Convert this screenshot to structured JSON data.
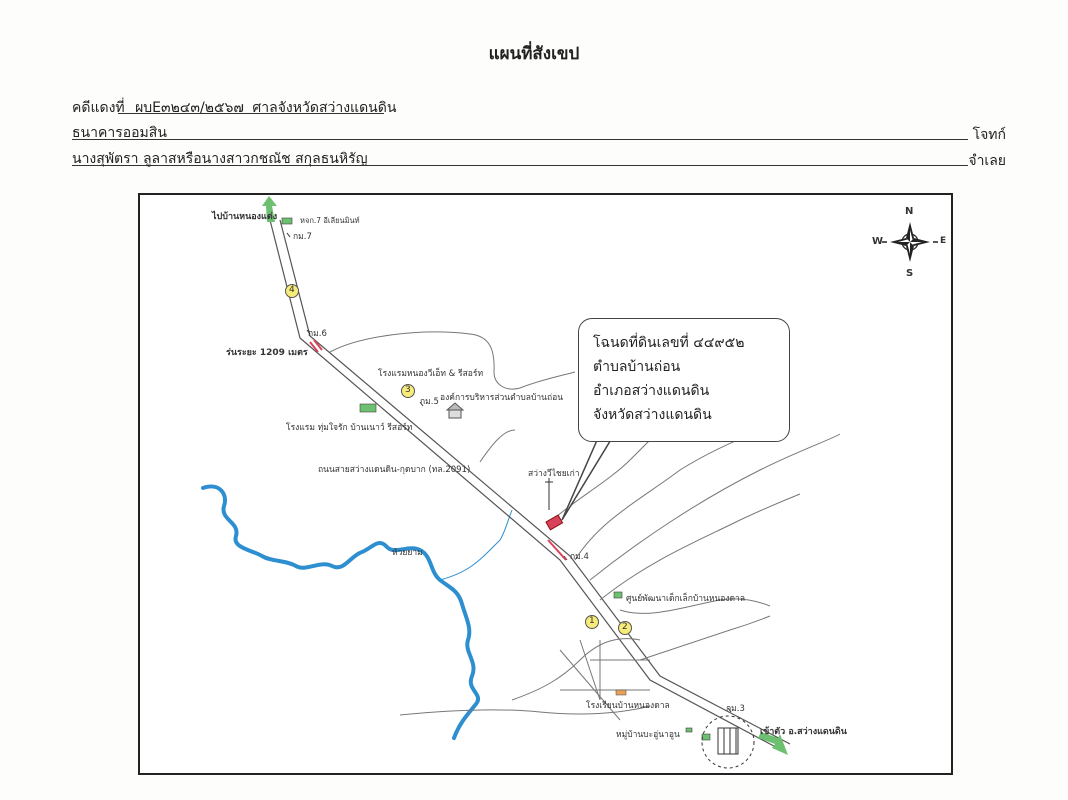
{
  "title": "แผนที่สังเขป",
  "header": {
    "case_label": "คดีแดงที่",
    "case_number": "ผบE๓๒๔๓/๒๕๖๗",
    "court": "ศาลจังหวัดสว่างแดนดิน",
    "plaintiff_name": "ธนาคารออมสิน",
    "plaintiff_role": "โจทก์",
    "defendant_name": "นางสุพัตรา ลูลาสหรือนางสาวกชณัช สกุลธนหิรัญ",
    "defendant_role": "จำเลย"
  },
  "callout": {
    "line1": "โฉนดที่ดินเลขที่ ๔๔๙๕๒",
    "line2": "ตำบลบ้านถ่อน",
    "line3": "อำเภอสว่างแดนดิน",
    "line4": "จังหวัดสว่างแดนดิน"
  },
  "compass": {
    "n": "N",
    "s": "S",
    "e": "E",
    "w": "W"
  },
  "map_labels": {
    "to_north": "ไปบ้านหนองแต่ง",
    "km7": "กม.7",
    "landmark_top": "หจก.7 อีเลียนมินท์",
    "km6": "กม.6",
    "distance": "ร่นระยะ 1209 เมตร",
    "resort1": "โรงแรมหนองวีเอ็ท & รีสอร์ท",
    "km5": "กม.5",
    "tambon_office": "องค์การบริหารส่วนตำบลบ้านถ่อน",
    "resort2": "โรงแรม ทุ่มใจรัก บ้านเนาว์ รีสอร์ท",
    "highway": "ถนนสายสว่างแดนดิน-กุดบาก (ทล.2091)",
    "temple": "สว่างวีไชยเก่า",
    "km4": "กม.4",
    "river": "ห้วยยาม",
    "child_center": "ศูนย์พัฒนาเด็กเล็กบ้านหนองดาล",
    "school": "โรงเรียนบ้านหนองดาล",
    "village": "หมู่บ้านบะอู่นาอูน",
    "km3": "กม.3",
    "to_town": "เข้าตัว อ.สว่างแดนดิน",
    "n1": "1",
    "n2": "2",
    "n3": "3",
    "n4": "4"
  },
  "colors": {
    "river": "#2e8fd0",
    "road": "#555555",
    "parcel": "#d9435a",
    "arrow": "#6cc070"
  }
}
